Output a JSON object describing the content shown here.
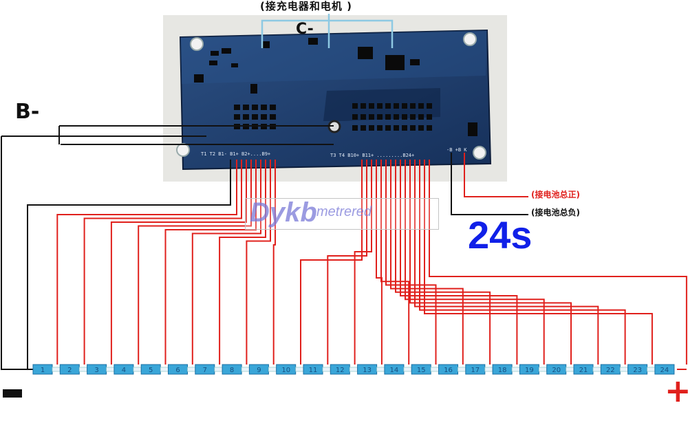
{
  "labels": {
    "charger_note": "(接充电器和电机 )",
    "c_minus": "C-",
    "b_minus": "B-",
    "battery_pos_note": "(接电池总正)",
    "battery_neg_note": "(接电池总负)",
    "series_count": "24s",
    "minus_terminal": "−",
    "plus_terminal": "+"
  },
  "watermark": {
    "brand": "Dykb",
    "suffix": "metrered"
  },
  "board": {
    "silkscreen_left": "T1   T2       B1-   B1+  B2+....B9+",
    "silkscreen_right": "T3  T4         B10+   B11+ .........B24+",
    "silkscreen_main": "-B  +B  K",
    "color": "#1e3a66"
  },
  "cells": [
    "1",
    "2",
    "3",
    "4",
    "5",
    "6",
    "7",
    "8",
    "9",
    "10",
    "11",
    "12",
    "13",
    "14",
    "15",
    "16",
    "17",
    "18",
    "19",
    "20",
    "21",
    "22",
    "23",
    "24"
  ],
  "colors": {
    "wire_red": "#e0201c",
    "wire_black": "#111111",
    "cell_fill": "#3aa6d8",
    "cell_text": "#174f80",
    "accent_blue": "#1020e8"
  }
}
